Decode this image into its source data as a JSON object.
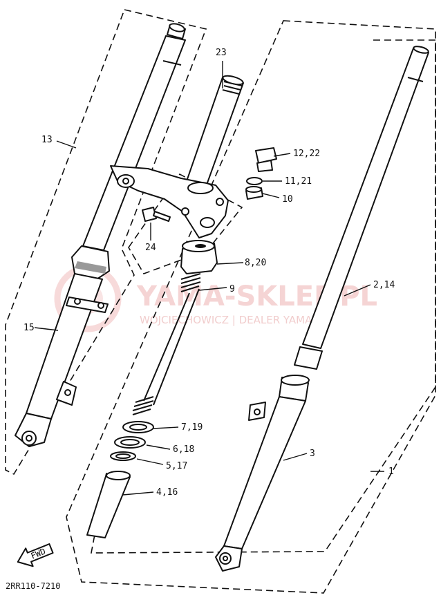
{
  "watermark": {
    "brand": "YAMA-SKLEP.PL",
    "subtitle": "WOJCIECHOWICZ | DEALER YAMAHA"
  },
  "callouts": {
    "p23": "23",
    "p13": "13",
    "p12_22": "12,22",
    "p11_21": "11,21",
    "p10": "10",
    "p24": "24",
    "p8_20": "8,20",
    "p9": "9",
    "p2_14": "2,14",
    "p15": "15",
    "p7_19": "7,19",
    "p6_18": "6,18",
    "p5_17": "5,17",
    "p3": "3",
    "p1": "1",
    "p4_16": "4,16"
  },
  "fwd_label": "FWD",
  "diagram_code": "2RR110-7210"
}
